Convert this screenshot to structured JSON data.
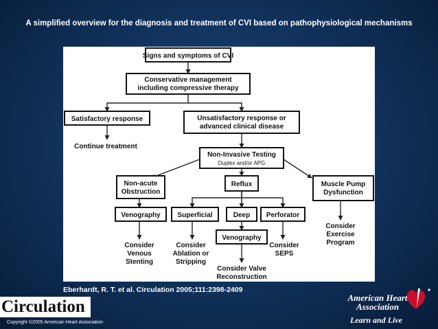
{
  "slide": {
    "title": "A simplified overview for the diagnosis and treatment of CVI based on pathophysiological mechanisms",
    "citation": "Eberhardt, R. T. et al. Circulation 2005;111:2398-2409",
    "journal_logo": "Circulation",
    "copyright": "Copyright ©2005 American Heart Association",
    "aha_logo": {
      "line1": "American Heart",
      "line2": "Association",
      "tagline": "Learn and Live"
    }
  },
  "diagram": {
    "nodes": {
      "signs": [
        "Signs and symptoms of CVI"
      ],
      "conservative": [
        "Conservative management",
        "including compressive therapy"
      ],
      "satisfactory": [
        "Satisfactory response"
      ],
      "continue": [
        "Continue treatment"
      ],
      "unsatisfactory": [
        "Unsatisfactory response or",
        "advanced clinical disease"
      ],
      "testing": [
        "Non-Invasive Testing"
      ],
      "testing_sub": "Duplex and/or APG",
      "obstruction": [
        "Non-acute",
        "Obstruction"
      ],
      "reflux": [
        "Reflux"
      ],
      "muscle_pump": [
        "Muscle Pump",
        "Dysfunction"
      ],
      "venography_1": [
        "Venography"
      ],
      "superficial": [
        "Superficial"
      ],
      "deep": [
        "Deep"
      ],
      "perforator": [
        "Perforator"
      ],
      "venography_2": [
        "Venography"
      ],
      "stenting": [
        "Consider",
        "Venous",
        "Stenting"
      ],
      "ablation": [
        "Consider",
        "Ablation or",
        "Stripping"
      ],
      "seps": [
        "Consider",
        "SEPS"
      ],
      "exercise": [
        "Consider",
        "Exercise",
        "Program"
      ],
      "valve": [
        "Consider Valve",
        "Reconstruction"
      ]
    }
  },
  "colors": {
    "background": "#123560",
    "panel": "#ffffff",
    "aha_red": "#c8102e"
  }
}
